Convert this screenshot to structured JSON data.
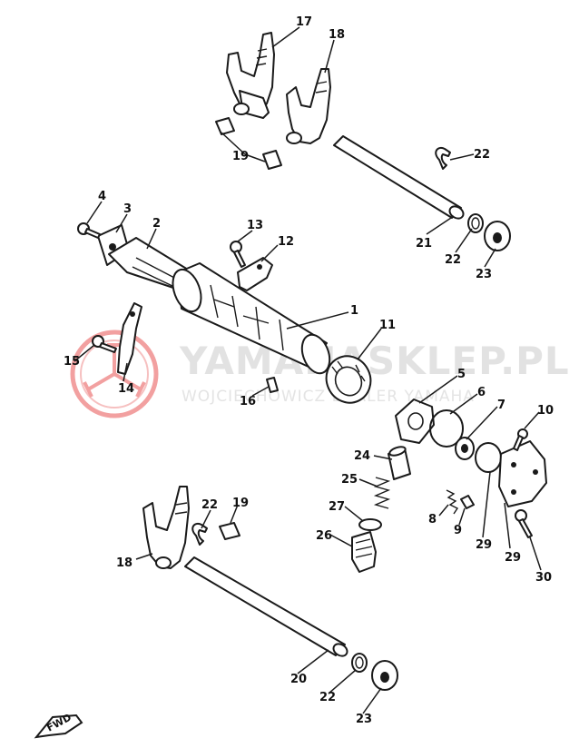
{
  "watermark": {
    "brand": "YAMAHASKLEP.PL",
    "dealer": "WOJCIECHOWICZ DEALER YAMAHA",
    "brand_color": "#d9d9d9",
    "logo_color": "#f2a0a0",
    "logo": "yamaha-tuning-fork-logo"
  },
  "direction_mark": {
    "label": "FWD"
  },
  "callouts": [
    {
      "id": "c17",
      "label": "17"
    },
    {
      "id": "c18a",
      "label": "18"
    },
    {
      "id": "c19a",
      "label": "19"
    },
    {
      "id": "c22a",
      "label": "22"
    },
    {
      "id": "c21",
      "label": "21"
    },
    {
      "id": "c22b",
      "label": "22"
    },
    {
      "id": "c23a",
      "label": "23"
    },
    {
      "id": "c4",
      "label": "4"
    },
    {
      "id": "c3",
      "label": "3"
    },
    {
      "id": "c2",
      "label": "2"
    },
    {
      "id": "c13",
      "label": "13"
    },
    {
      "id": "c12",
      "label": "12"
    },
    {
      "id": "c1",
      "label": "1"
    },
    {
      "id": "c11",
      "label": "11"
    },
    {
      "id": "c15",
      "label": "15"
    },
    {
      "id": "c14",
      "label": "14"
    },
    {
      "id": "c16",
      "label": "16"
    },
    {
      "id": "c5",
      "label": "5"
    },
    {
      "id": "c6",
      "label": "6"
    },
    {
      "id": "c7",
      "label": "7"
    },
    {
      "id": "c10",
      "label": "10"
    },
    {
      "id": "c24",
      "label": "24"
    },
    {
      "id": "c25",
      "label": "25"
    },
    {
      "id": "c27",
      "label": "27"
    },
    {
      "id": "c26",
      "label": "26"
    },
    {
      "id": "c8",
      "label": "8"
    },
    {
      "id": "c9",
      "label": "9"
    },
    {
      "id": "c29a",
      "label": "29"
    },
    {
      "id": "c29b",
      "label": "29"
    },
    {
      "id": "c30",
      "label": "30"
    },
    {
      "id": "c22c",
      "label": "22"
    },
    {
      "id": "c19b",
      "label": "19"
    },
    {
      "id": "c18b",
      "label": "18"
    },
    {
      "id": "c20",
      "label": "20"
    },
    {
      "id": "c22d",
      "label": "22"
    },
    {
      "id": "c23b",
      "label": "23"
    }
  ]
}
